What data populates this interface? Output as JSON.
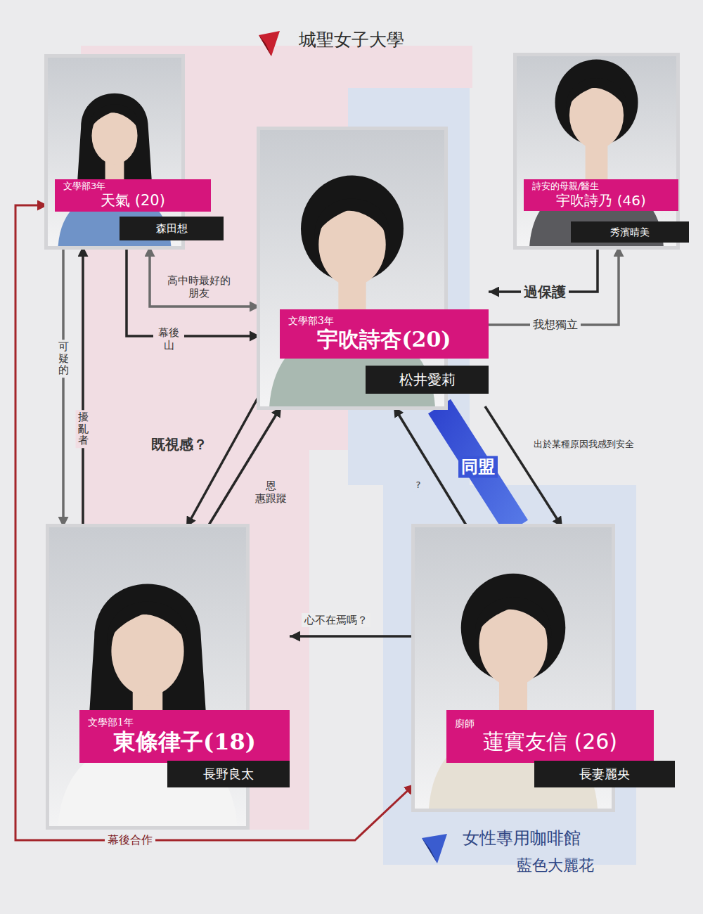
{
  "diagram": {
    "nodes": [
      {
        "text": [
          "文學部3年",
          "天氣 (20)",
          "森田想"
        ]
      },
      {
        "text": [
          "文學部3年",
          "宇吹詩杏(20)",
          "松井愛莉"
        ]
      },
      {
        "text": [
          "詩安的母親/醫生",
          "宇吹詩乃 (46)",
          "秀濱晴美"
        ]
      },
      {
        "text": [
          "文學部1年",
          "東條律子(18)",
          "長野良太"
        ]
      },
      {
        "text": [
          "廚師",
          "蓮實友信 (26)",
          "長妻麗央"
        ]
      }
    ],
    "edges": [
      {
        "from": 0,
        "to": 1,
        "label": "高中時最好的 朋友",
        "arrow": "both"
      },
      {
        "from": 0,
        "to": 1,
        "label": "幕後 山",
        "arrow": "to"
      },
      {
        "from": 2,
        "to": 1,
        "label": "過保護",
        "arrow": "to"
      },
      {
        "from": 1,
        "to": 2,
        "label": "我想獨立",
        "arrow": "to"
      },
      {
        "from": 1,
        "to": 3,
        "label": "既視感？",
        "arrow": "to"
      },
      {
        "from": 3,
        "to": 1,
        "label": "恩 惠跟蹤",
        "arrow": "to"
      },
      {
        "from": 1,
        "to": 4,
        "label": "同盟",
        "arrow": "none"
      },
      {
        "from": 1,
        "to": 4,
        "label": "出於某種原因我感到安全",
        "arrow": "to"
      },
      {
        "from": 4,
        "to": 1,
        "label": "?",
        "arrow": "to"
      },
      {
        "from": 4,
        "to": 3,
        "label": "心不在焉嗎？",
        "arrow": "to"
      },
      {
        "from": 0,
        "to": 3,
        "label": "可疑的",
        "arrow": "to"
      },
      {
        "from": 3,
        "to": 0,
        "label": "擾亂者",
        "arrow": "to"
      },
      {
        "from": 0,
        "to": 4,
        "label": "幕後合作",
        "arrow": "both"
      }
    ],
    "labels": [
      "城聖女子大學",
      "女性專用咖啡館",
      "藍色大麗花"
    ]
  }
}
